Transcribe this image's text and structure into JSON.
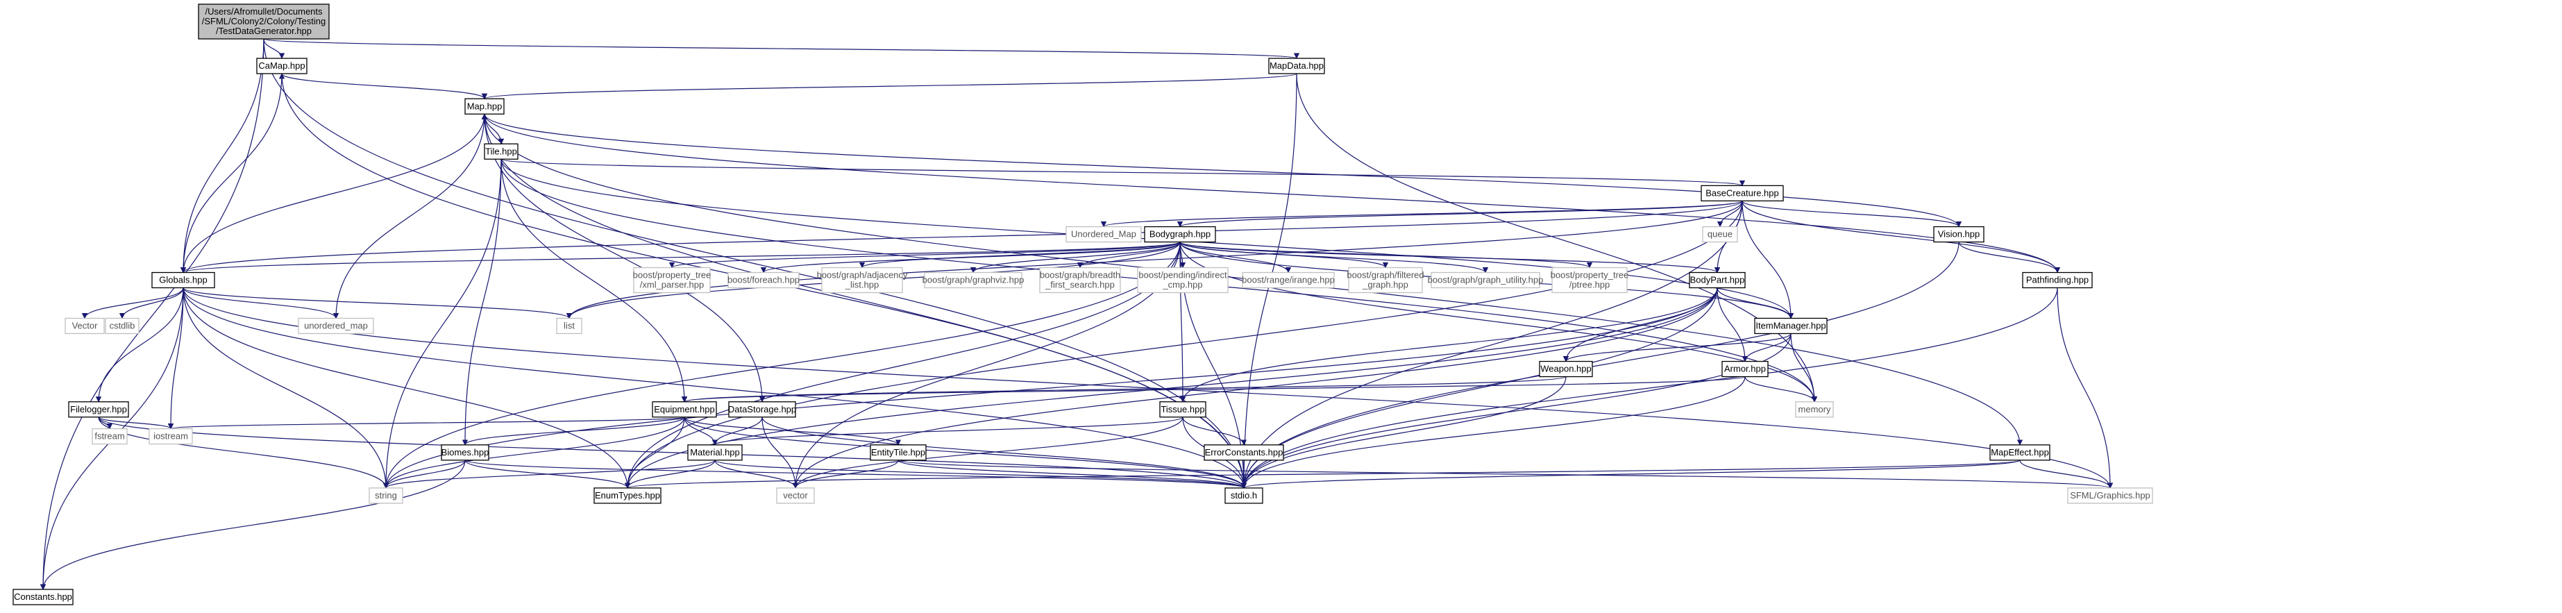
{
  "diagram": {
    "title": "",
    "nodes": [
      {
        "id": "root",
        "lines": [
          "/Users/Afromullet/Documents",
          "/SFML/Colony2/Colony/Testing",
          "/TestDataGenerator.hpp"
        ],
        "kind": "root"
      },
      {
        "id": "camap",
        "lines": [
          "CaMap.hpp"
        ],
        "kind": "file"
      },
      {
        "id": "mapdata",
        "lines": [
          "MapData.hpp"
        ],
        "kind": "file"
      },
      {
        "id": "map",
        "lines": [
          "Map.hpp"
        ],
        "kind": "file"
      },
      {
        "id": "tile",
        "lines": [
          "Tile.hpp"
        ],
        "kind": "file"
      },
      {
        "id": "basecreature",
        "lines": [
          "BaseCreature.hpp"
        ],
        "kind": "file"
      },
      {
        "id": "unordered_Map",
        "lines": [
          "Unordered_Map"
        ],
        "kind": "external"
      },
      {
        "id": "queue",
        "lines": [
          "queue"
        ],
        "kind": "external"
      },
      {
        "id": "vision",
        "lines": [
          "Vision.hpp"
        ],
        "kind": "file"
      },
      {
        "id": "bodygraph",
        "lines": [
          "Bodygraph.hpp"
        ],
        "kind": "file"
      },
      {
        "id": "globals",
        "lines": [
          "Globals.hpp"
        ],
        "kind": "file"
      },
      {
        "id": "bpt_xml",
        "lines": [
          "boost/property_tree",
          "/xml_parser.hpp"
        ],
        "kind": "external"
      },
      {
        "id": "b_foreach",
        "lines": [
          "boost/foreach.hpp"
        ],
        "kind": "external"
      },
      {
        "id": "b_adj",
        "lines": [
          "boost/graph/adjacency",
          "_list.hpp"
        ],
        "kind": "external"
      },
      {
        "id": "b_graphviz",
        "lines": [
          "boost/graph/graphviz.hpp"
        ],
        "kind": "external"
      },
      {
        "id": "b_bfs",
        "lines": [
          "boost/graph/breadth",
          "_first_search.hpp"
        ],
        "kind": "external"
      },
      {
        "id": "b_indirect",
        "lines": [
          "boost/pending/indirect",
          "_cmp.hpp"
        ],
        "kind": "external"
      },
      {
        "id": "b_irange",
        "lines": [
          "boost/range/irange.hpp"
        ],
        "kind": "external"
      },
      {
        "id": "b_filtered",
        "lines": [
          "boost/graph/filtered",
          "_graph.hpp"
        ],
        "kind": "external"
      },
      {
        "id": "b_utility",
        "lines": [
          "boost/graph/graph_utility.hpp"
        ],
        "kind": "external"
      },
      {
        "id": "b_ptree",
        "lines": [
          "boost/property_tree",
          "/ptree.hpp"
        ],
        "kind": "external"
      },
      {
        "id": "bodypart",
        "lines": [
          "BodyPart.hpp"
        ],
        "kind": "file"
      },
      {
        "id": "pathfinding",
        "lines": [
          "Pathfinding.hpp"
        ],
        "kind": "file"
      },
      {
        "id": "vector_top",
        "lines": [
          "Vector"
        ],
        "kind": "external"
      },
      {
        "id": "cstdlib",
        "lines": [
          "cstdlib"
        ],
        "kind": "external"
      },
      {
        "id": "unordered_map",
        "lines": [
          "unordered_map"
        ],
        "kind": "external"
      },
      {
        "id": "list",
        "lines": [
          "list"
        ],
        "kind": "external"
      },
      {
        "id": "itemmanager",
        "lines": [
          "ItemManager.hpp"
        ],
        "kind": "file"
      },
      {
        "id": "weapon",
        "lines": [
          "Weapon.hpp"
        ],
        "kind": "file"
      },
      {
        "id": "armor",
        "lines": [
          "Armor.hpp"
        ],
        "kind": "file"
      },
      {
        "id": "filelogger",
        "lines": [
          "Filelogger.hpp"
        ],
        "kind": "file"
      },
      {
        "id": "equipment",
        "lines": [
          "Equipment.hpp"
        ],
        "kind": "file"
      },
      {
        "id": "datastorage",
        "lines": [
          "DataStorage.hpp"
        ],
        "kind": "file"
      },
      {
        "id": "tissue",
        "lines": [
          "Tissue.hpp"
        ],
        "kind": "file"
      },
      {
        "id": "memory",
        "lines": [
          "memory"
        ],
        "kind": "external"
      },
      {
        "id": "fstream",
        "lines": [
          "fstream"
        ],
        "kind": "external"
      },
      {
        "id": "iostream",
        "lines": [
          "iostream"
        ],
        "kind": "external"
      },
      {
        "id": "errorconstants",
        "lines": [
          "ErrorConstants.hpp"
        ],
        "kind": "file"
      },
      {
        "id": "mapeffect",
        "lines": [
          "MapEffect.hpp"
        ],
        "kind": "file"
      },
      {
        "id": "biomes",
        "lines": [
          "Biomes.hpp"
        ],
        "kind": "file"
      },
      {
        "id": "material",
        "lines": [
          "Material.hpp"
        ],
        "kind": "file"
      },
      {
        "id": "entitytile",
        "lines": [
          "EntityTile.hpp"
        ],
        "kind": "file"
      },
      {
        "id": "constants",
        "lines": [
          "Constants.hpp"
        ],
        "kind": "file"
      },
      {
        "id": "string",
        "lines": [
          "string"
        ],
        "kind": "external"
      },
      {
        "id": "enumtypes",
        "lines": [
          "EnumTypes.hpp"
        ],
        "kind": "file"
      },
      {
        "id": "vector",
        "lines": [
          "vector"
        ],
        "kind": "external"
      },
      {
        "id": "stdio",
        "lines": [
          "stdio.h"
        ],
        "kind": "file"
      },
      {
        "id": "sfml",
        "lines": [
          "SFML/Graphics.hpp"
        ],
        "kind": "external"
      }
    ],
    "edges": [
      [
        "root",
        "camap"
      ],
      [
        "root",
        "mapdata"
      ],
      [
        "root",
        "globals"
      ],
      [
        "root",
        "constants"
      ],
      [
        "root",
        "stdio"
      ],
      [
        "camap",
        "map"
      ],
      [
        "camap",
        "stdio"
      ],
      [
        "mapdata",
        "map"
      ],
      [
        "mapdata",
        "memory"
      ],
      [
        "mapdata",
        "stdio"
      ],
      [
        "map",
        "tile"
      ],
      [
        "map",
        "unordered_map"
      ],
      [
        "map",
        "stdio"
      ],
      [
        "map",
        "mapeffect"
      ],
      [
        "map",
        "datastorage"
      ],
      [
        "tile",
        "basecreature"
      ],
      [
        "tile",
        "biomes"
      ],
      [
        "tile",
        "equipment"
      ],
      [
        "tile",
        "string"
      ],
      [
        "tile",
        "itemmanager"
      ],
      [
        "tile",
        "memory"
      ],
      [
        "basecreature",
        "unordered_Map"
      ],
      [
        "basecreature",
        "queue"
      ],
      [
        "basecreature",
        "vision"
      ],
      [
        "basecreature",
        "bodygraph"
      ],
      [
        "basecreature",
        "bodypart"
      ],
      [
        "basecreature",
        "pathfinding"
      ],
      [
        "basecreature",
        "itemmanager"
      ],
      [
        "basecreature",
        "list"
      ],
      [
        "basecreature",
        "enumtypes"
      ],
      [
        "basecreature",
        "globals"
      ],
      [
        "basecreature",
        "stdio"
      ],
      [
        "vision",
        "map"
      ],
      [
        "vision",
        "pathfinding"
      ],
      [
        "vision",
        "stdio"
      ],
      [
        "pathfinding",
        "map"
      ],
      [
        "pathfinding",
        "stdio"
      ],
      [
        "pathfinding",
        "sfml"
      ],
      [
        "bodygraph",
        "bpt_xml"
      ],
      [
        "bodygraph",
        "b_foreach"
      ],
      [
        "bodygraph",
        "b_adj"
      ],
      [
        "bodygraph",
        "b_graphviz"
      ],
      [
        "bodygraph",
        "b_bfs"
      ],
      [
        "bodygraph",
        "b_indirect"
      ],
      [
        "bodygraph",
        "b_irange"
      ],
      [
        "bodygraph",
        "b_filtered"
      ],
      [
        "bodygraph",
        "b_utility"
      ],
      [
        "bodygraph",
        "b_ptree"
      ],
      [
        "bodygraph",
        "bodypart"
      ],
      [
        "bodygraph",
        "globals"
      ],
      [
        "bodygraph",
        "list"
      ],
      [
        "bodygraph",
        "string"
      ],
      [
        "bodygraph",
        "enumtypes"
      ],
      [
        "bodygraph",
        "vector"
      ],
      [
        "bodygraph",
        "memory"
      ],
      [
        "bodygraph",
        "stdio"
      ],
      [
        "bodygraph",
        "tissue"
      ],
      [
        "bodygraph",
        "itemmanager"
      ],
      [
        "globals",
        "map"
      ],
      [
        "globals",
        "camap"
      ],
      [
        "globals",
        "vector_top"
      ],
      [
        "globals",
        "cstdlib"
      ],
      [
        "globals",
        "unordered_map"
      ],
      [
        "globals",
        "list"
      ],
      [
        "globals",
        "filelogger"
      ],
      [
        "globals",
        "iostream"
      ],
      [
        "globals",
        "constants"
      ],
      [
        "globals",
        "string"
      ],
      [
        "globals",
        "stdio"
      ],
      [
        "globals",
        "sfml"
      ],
      [
        "globals",
        "enumtypes"
      ],
      [
        "bodypart",
        "itemmanager"
      ],
      [
        "bodypart",
        "weapon"
      ],
      [
        "bodypart",
        "armor"
      ],
      [
        "bodypart",
        "tissue"
      ],
      [
        "bodypart",
        "string"
      ],
      [
        "bodypart",
        "enumtypes"
      ],
      [
        "bodypart",
        "vector"
      ],
      [
        "bodypart",
        "stdio"
      ],
      [
        "itemmanager",
        "weapon"
      ],
      [
        "itemmanager",
        "armor"
      ],
      [
        "itemmanager",
        "memory"
      ],
      [
        "itemmanager",
        "stdio"
      ],
      [
        "weapon",
        "equipment"
      ],
      [
        "weapon",
        "stdio"
      ],
      [
        "armor",
        "equipment"
      ],
      [
        "armor",
        "memory"
      ],
      [
        "armor",
        "stdio"
      ],
      [
        "filelogger",
        "fstream"
      ],
      [
        "filelogger",
        "iostream"
      ],
      [
        "filelogger",
        "string"
      ],
      [
        "filelogger",
        "stdio"
      ],
      [
        "equipment",
        "material"
      ],
      [
        "equipment",
        "iostream"
      ],
      [
        "equipment",
        "string"
      ],
      [
        "equipment",
        "enumtypes"
      ],
      [
        "equipment",
        "entitytile"
      ],
      [
        "equipment",
        "stdio"
      ],
      [
        "equipment",
        "biomes"
      ],
      [
        "datastorage",
        "material"
      ],
      [
        "datastorage",
        "vector"
      ],
      [
        "datastorage",
        "stdio"
      ],
      [
        "tissue",
        "material"
      ],
      [
        "tissue",
        "errorconstants"
      ],
      [
        "tissue",
        "vector"
      ],
      [
        "tissue",
        "stdio"
      ],
      [
        "errorconstants",
        "stdio"
      ],
      [
        "mapeffect",
        "stdio"
      ],
      [
        "mapeffect",
        "sfml"
      ],
      [
        "mapeffect",
        "enumtypes"
      ],
      [
        "biomes",
        "constants"
      ],
      [
        "biomes",
        "string"
      ],
      [
        "biomes",
        "enumtypes"
      ],
      [
        "biomes",
        "stdio"
      ],
      [
        "material",
        "string"
      ],
      [
        "material",
        "enumtypes"
      ],
      [
        "material",
        "vector"
      ],
      [
        "material",
        "stdio"
      ],
      [
        "entitytile",
        "vector"
      ],
      [
        "entitytile",
        "stdio"
      ],
      [
        "entitytile",
        "sfml"
      ]
    ]
  }
}
